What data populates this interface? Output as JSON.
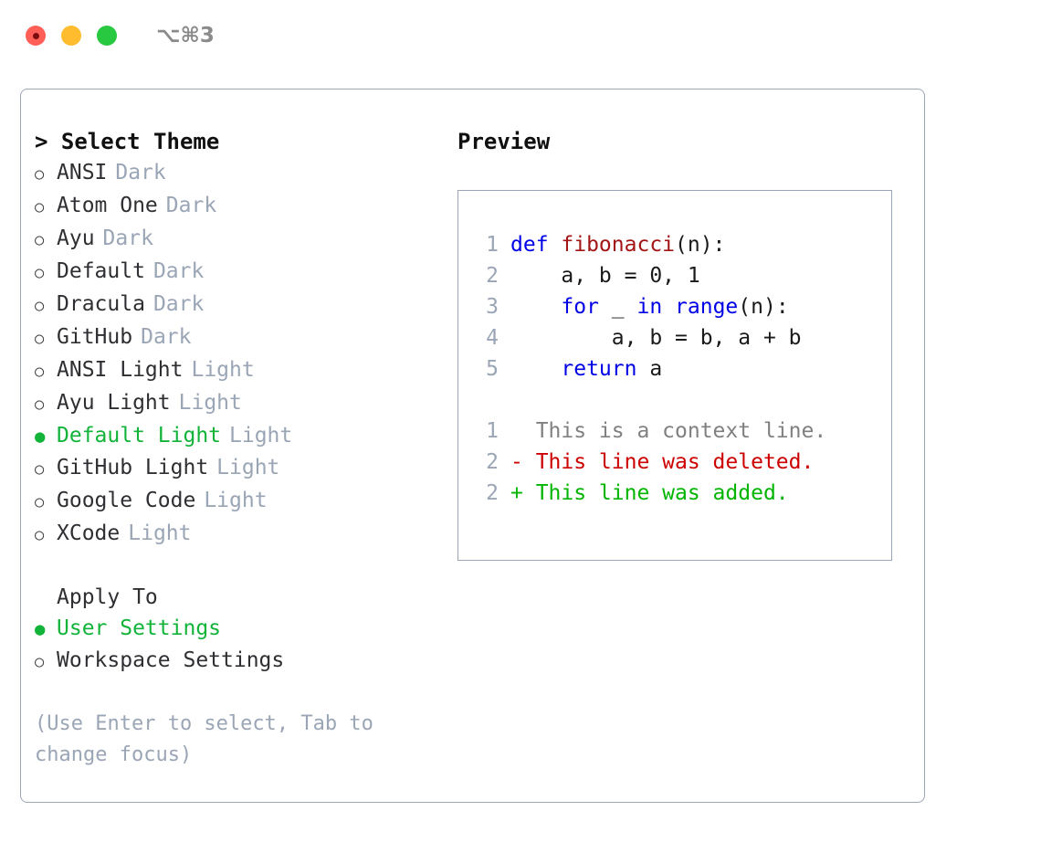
{
  "window": {
    "title": "⌥⌘3",
    "traffic_lights": [
      {
        "name": "close",
        "color": "#ff5f57"
      },
      {
        "name": "minimize",
        "color": "#febc2e"
      },
      {
        "name": "maximize",
        "color": "#28c840"
      }
    ]
  },
  "theme_picker": {
    "heading": "> Select Theme",
    "bullet_unselected": "○",
    "bullet_selected": "●",
    "items": [
      {
        "label": "ANSI",
        "tag": "Dark",
        "selected": false
      },
      {
        "label": "Atom One",
        "tag": "Dark",
        "selected": false
      },
      {
        "label": "Ayu",
        "tag": "Dark",
        "selected": false
      },
      {
        "label": "Default",
        "tag": "Dark",
        "selected": false
      },
      {
        "label": "Dracula",
        "tag": "Dark",
        "selected": false
      },
      {
        "label": "GitHub",
        "tag": "Dark",
        "selected": false
      },
      {
        "label": "ANSI Light",
        "tag": "Light",
        "selected": false
      },
      {
        "label": "Ayu Light",
        "tag": "Light",
        "selected": false
      },
      {
        "label": "Default Light",
        "tag": "Light",
        "selected": true
      },
      {
        "label": "GitHub Light",
        "tag": "Light",
        "selected": false
      },
      {
        "label": "Google Code",
        "tag": "Light",
        "selected": false
      },
      {
        "label": "XCode",
        "tag": "Light",
        "selected": false
      }
    ]
  },
  "apply_to": {
    "heading": "Apply To",
    "items": [
      {
        "label": "User Settings",
        "selected": true
      },
      {
        "label": "Workspace Settings",
        "selected": false
      }
    ]
  },
  "hint": "(Use Enter to select, Tab to change focus)",
  "preview": {
    "heading": "Preview",
    "code_lines": [
      {
        "num": "1",
        "tokens": [
          {
            "text": "def ",
            "type": "kw"
          },
          {
            "text": "fibonacci",
            "type": "fn"
          },
          {
            "text": "(n):",
            "type": "pl"
          }
        ]
      },
      {
        "num": "2",
        "tokens": [
          {
            "text": "    a, b = 0, 1",
            "type": "pl"
          }
        ]
      },
      {
        "num": "3",
        "tokens": [
          {
            "text": "    ",
            "type": "pl"
          },
          {
            "text": "for",
            "type": "kw"
          },
          {
            "text": " _ ",
            "type": "pl"
          },
          {
            "text": "in",
            "type": "kw"
          },
          {
            "text": " ",
            "type": "pl"
          },
          {
            "text": "range",
            "type": "kw"
          },
          {
            "text": "(n):",
            "type": "pl"
          }
        ]
      },
      {
        "num": "4",
        "tokens": [
          {
            "text": "        a, b = b, a + b",
            "type": "pl"
          }
        ]
      },
      {
        "num": "5",
        "tokens": [
          {
            "text": "    ",
            "type": "pl"
          },
          {
            "text": "return",
            "type": "kw"
          },
          {
            "text": " a",
            "type": "pl"
          }
        ]
      }
    ],
    "diff_lines": [
      {
        "num": "1",
        "marker": " ",
        "text": "  This is a context line.",
        "type": "ctx"
      },
      {
        "num": "2",
        "marker": "-",
        "text": "- This line was deleted.",
        "type": "del"
      },
      {
        "num": "2",
        "marker": "+",
        "text": "+ This line was added.",
        "type": "add"
      }
    ]
  },
  "colors": {
    "accent_green": "#11b339",
    "muted": "#9aa5b5",
    "keyword_blue": "#0000e6",
    "function_red": "#a31515",
    "diff_delete": "#cc0000",
    "diff_add": "#00b400",
    "border": "#9aa5b5"
  }
}
